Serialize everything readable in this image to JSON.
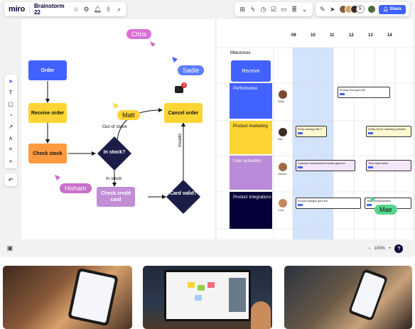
{
  "brand": {
    "logo": "miro",
    "accent": "#4262ff",
    "ink": "#050038"
  },
  "board": {
    "title": "Brainstorm 22"
  },
  "topbar": {
    "left_icons": [
      "star-icon",
      "settings-icon",
      "bell-icon",
      "upload-icon",
      "search-icon"
    ],
    "mid_icons": [
      "grid-icon",
      "bolt-icon",
      "timer-icon",
      "check-icon",
      "present-icon",
      "notes-icon",
      "chevron-down-icon"
    ],
    "right_icons": [
      "reactions-icon",
      "cursor-icon"
    ],
    "collaborator_count": "5",
    "share_label": "Share"
  },
  "tools": [
    "cursor-icon",
    "text-icon",
    "sticky-icon",
    "shapes-icon",
    "pen-icon",
    "connector-icon",
    "frame-icon",
    "more-icon"
  ],
  "zoom": {
    "level": "100%",
    "minus": "−",
    "plus": "+",
    "help": "?"
  },
  "flow": {
    "order": "Order",
    "receive": "Receive order",
    "check_stock": "Check stock",
    "in_stock_q": "In stock?",
    "out_of_stock": "Out of stock",
    "in_stock": "In stock",
    "cancel": "Cancel order",
    "check_card": "Check credit card",
    "card_valid": "Card valid?",
    "invalid": "Invalid",
    "comment_count": "1"
  },
  "cursors": {
    "chris": {
      "name": "Chris",
      "color": "#da70d6"
    },
    "sadie": {
      "name": "Sadie",
      "color": "#5b7cff"
    },
    "matt": {
      "name": "Matt",
      "color": "#fcd535"
    },
    "hisham": {
      "name": "Hisham",
      "color": "#c770c9"
    },
    "mae": {
      "name": "Mae",
      "color": "#56d48a"
    }
  },
  "timeline": {
    "columns": [
      "09",
      "10",
      "11",
      "12",
      "13",
      "14"
    ],
    "milestones": "Milestones",
    "milestone_card": "Receive",
    "lanes": [
      {
        "label": "Performance",
        "color": "#4262ff",
        "avatar": "Sadie",
        "cards": [
          {
            "text": "Product Hunt goes live"
          }
        ]
      },
      {
        "label": "Product marketing",
        "color": "#fcd535",
        "avatar": "Max",
        "cards": [
          {
            "text": "Press embargo lifts !!"
          },
          {
            "text": "Go/No-Go for marketing activities"
          }
        ]
      },
      {
        "label": "User activation",
        "color": "#b98bd8",
        "avatar": "Hisham",
        "cards": [
          {
            "text": "Customer announcement emails goes live"
          },
          {
            "text": "Tech rollout starts"
          }
        ]
      },
      {
        "label": "Product Integrations",
        "color": "#050038",
        "avatar": "Chris",
        "cards": [
          {
            "text": "Product changes goes live"
          },
          {
            "text": "Team announcement"
          }
        ]
      }
    ]
  }
}
